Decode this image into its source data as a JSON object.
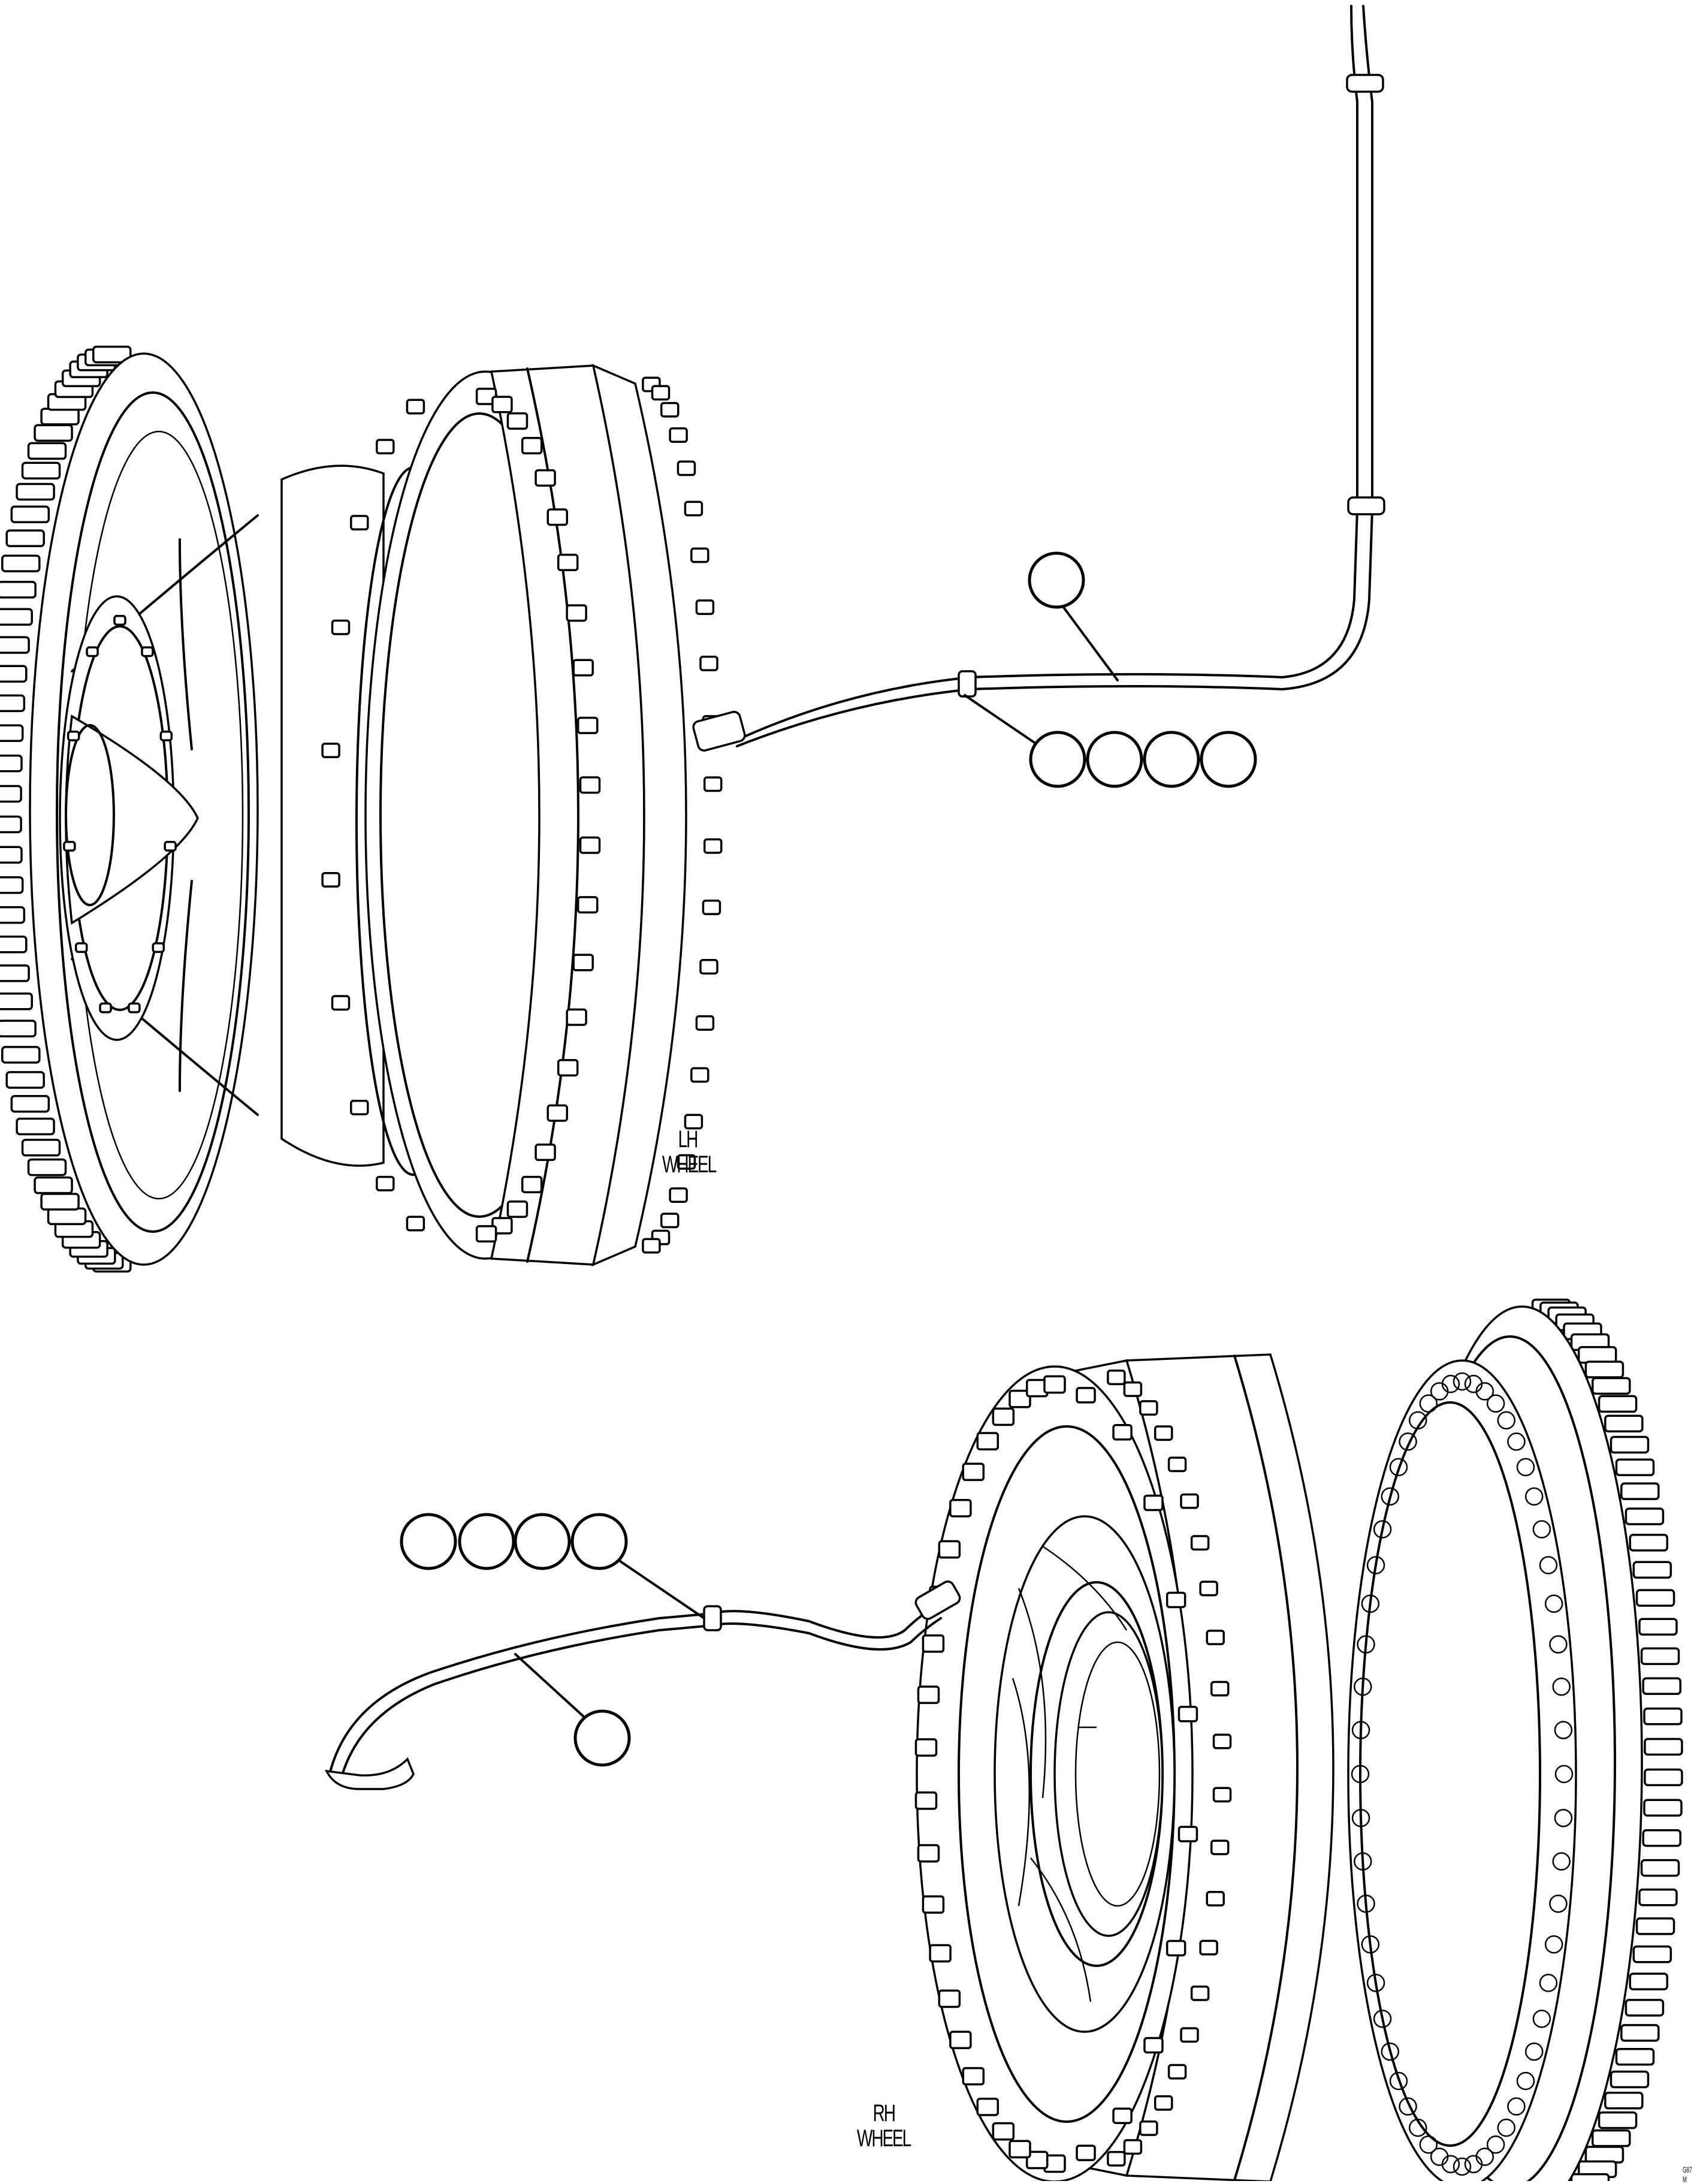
{
  "figure": {
    "lh_label": {
      "line1": "LH",
      "line2": "WHEEL"
    },
    "rh_label": {
      "line1": "RH",
      "line2": "WHEEL"
    },
    "figure_id": "G87 M",
    "callouts": {
      "lh_hose": "",
      "lh_clamp_set": [
        "",
        "",
        "",
        ""
      ],
      "rh_clamp_set": [
        "",
        "",
        "",
        ""
      ],
      "rh_hose": ""
    }
  }
}
